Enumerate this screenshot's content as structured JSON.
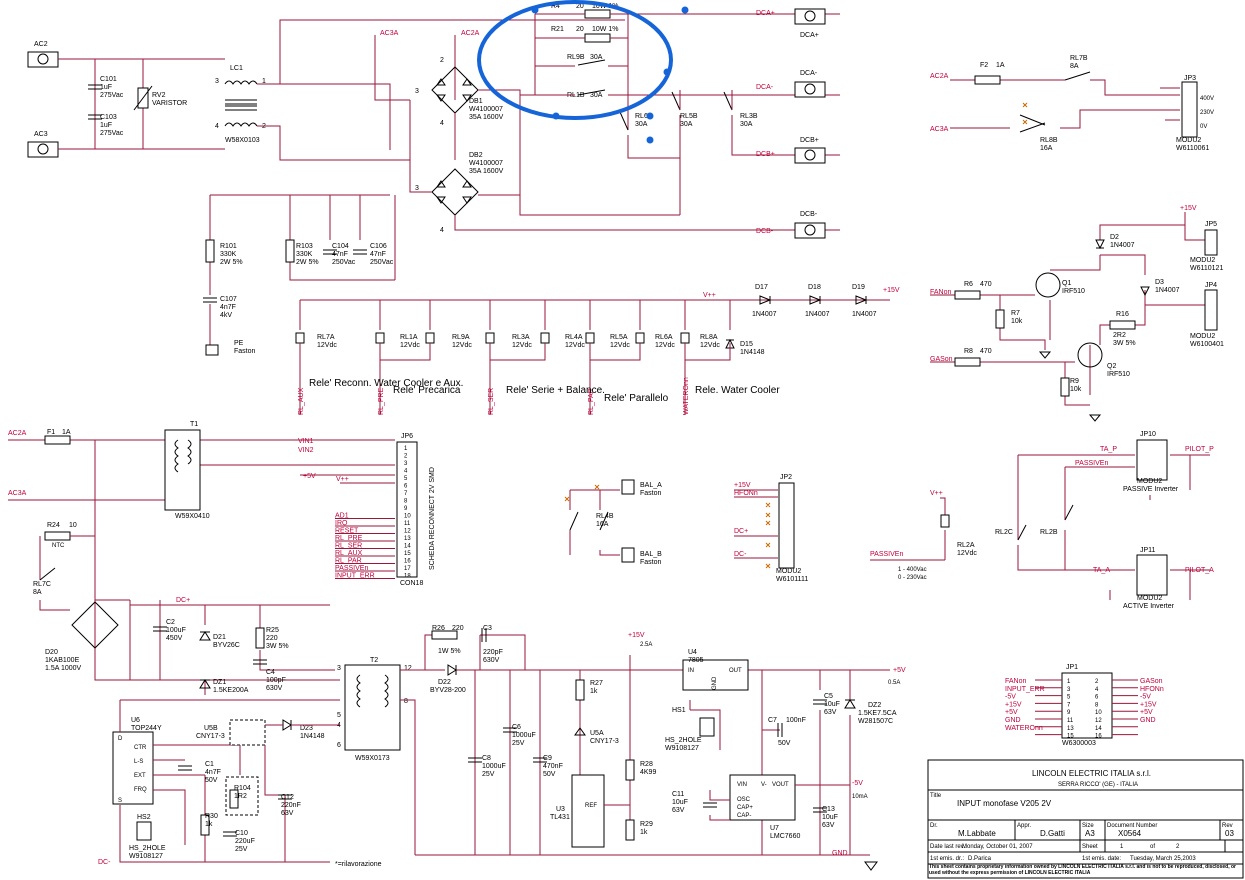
{
  "title_block": {
    "company": "LINCOLN ELECTRIC ITALIA s.r.l.",
    "address": "SERRA RICCO' (GE) - ITALIA",
    "title_label": "Title",
    "title": "INPUT monofase V205 2V",
    "dr_label": "Dr.",
    "dr": "M.Labbate",
    "appr_label": "Appr.",
    "appr": "D.Gatti",
    "size_label": "Size",
    "size": "A3",
    "doc_label": "Document Number",
    "doc": "X0564",
    "rev_label": "Rev",
    "rev": "03",
    "date_last_label": "Date last rev.:",
    "date_last": "Monday, October 01, 2007",
    "sheet_label": "Sheet",
    "sheet": "1",
    "of_label": "of",
    "of": "2",
    "first_emis_dr_label": "1st emis. dr.:",
    "first_emis_dr": "D.Parica",
    "first_emis_date_label": "1st emis. date:",
    "first_emis_date": "Tuesday, March 25,2003",
    "notice": "This sheet contains proprietary information owned by LINCOLN ELECTRIC ITALIA s.r.l. and is not to be reproduced, disclosed, or used without the express permission of LINCOLN ELECTRIC ITALIA"
  },
  "connectors": {
    "ac2": "AC2",
    "ac3": "AC3",
    "dca_plus": "DCA+",
    "dca_minus": "DCA-",
    "dcb_plus": "DCB+",
    "dcb_minus": "DCB-",
    "pe": "PE",
    "pe_sub": "Faston",
    "bal_a": "BAL_A",
    "bal_b": "BAL_B",
    "faston": "Faston"
  },
  "components": {
    "lc1": "LC1",
    "lc1_part": "W58X0103",
    "c101": "C101",
    "c101_v": "1uF",
    "c101_r": "275Vac",
    "c103": "C103",
    "c103_v": "1uF",
    "c103_r": "275Vac",
    "rv2": "RV2",
    "rv2_v": "VARISTOR",
    "db1": "DB1",
    "db1_p": "W4100007",
    "db1_v": "35A 1600V",
    "db2": "DB2",
    "db2_p": "W4100007",
    "db2_v": "35A 1600V",
    "r4": "R4",
    "r4_v": "20",
    "r4_w": "10W 1%",
    "r21": "R21",
    "r21_v": "20",
    "r21_w": "10W 1%",
    "rl9b": "RL9B",
    "rl9b_v": "30A",
    "rl1b": "RL1B",
    "rl1b_v": "30A",
    "rl6b": "RL6B",
    "rl6b_v": "30A",
    "rl5b": "RL5B",
    "rl5b_v": "30A",
    "rl3b": "RL3B",
    "rl3b_v": "30A",
    "r101": "R101",
    "r101_v": "330K",
    "r101_w": "2W 5%",
    "r103": "R103",
    "r103_v": "330K",
    "r103_w": "2W 5%",
    "c104": "C104",
    "c104_v": "47nF",
    "c104_r": "250Vac",
    "c106": "C106",
    "c106_v": "47nF",
    "c106_r": "250Vac",
    "c107": "C107",
    "c107_v": "4n7F",
    "c107_r": "4kV",
    "rl7a": "RL7A",
    "rl1a": "RL1A",
    "rl9a": "RL9A",
    "rl3a": "RL3A",
    "rl4a": "RL4A",
    "rl5a": "RL5A",
    "rl6a": "RL6A",
    "rl8a": "RL8A",
    "v12": "12Vdc",
    "d15": "D15",
    "d15_p": "1N4148",
    "d17": "D17",
    "d18": "D18",
    "d19": "D19",
    "n4007": "1N4007",
    "f2": "F2",
    "f2_v": "1A",
    "rl7b": "RL7B",
    "rl7b_v": "8A",
    "rl8b": "RL8B",
    "rl8b_v": "16A",
    "jp3": "JP3",
    "jp3_p": "W6110061",
    "modu2": "MODU2",
    "v400": "400V",
    "v230": "230V",
    "v0": "0V",
    "jp5": "JP5",
    "jp5_p": "W6110121",
    "jp4": "JP4",
    "jp4_p": "W6100401",
    "d2": "D2",
    "d3": "D3",
    "r6": "R6",
    "r6_v": "470",
    "r7": "R7",
    "r7_v": "10k",
    "q1": "Q1",
    "q1_p": "IRF510",
    "q2": "Q2",
    "q2_p": "IRF510",
    "r16": "R16",
    "r16_v": "2R2",
    "r16_w": "3W 5%",
    "r8": "R8",
    "r8_v": "470",
    "r9": "R9",
    "r9_v": "10k",
    "f1": "F1",
    "f1_v": "1A",
    "t1": "T1",
    "t1_p": "W59X0410",
    "jp6": "JP6",
    "jp6_p": "CON18",
    "jp6_name": "SCHEDA RECONNECT 2V SMD",
    "r24": "R24",
    "r24_v": "10",
    "ntc": "NTC",
    "rl7c": "RL7C",
    "rl7c_v": "8A",
    "d20": "D20",
    "d20_p": "1KAB100E",
    "d20_v": "1.5A 1000V",
    "c2": "C2",
    "c2_v": "100uF",
    "c2_r": "450V",
    "d21": "D21",
    "d21_p": "BYV26C",
    "dz1": "DZ1",
    "dz1_p": "1.5KE200A",
    "r25": "R25",
    "r25_v": "220",
    "r25_w": "3W 5%",
    "c4": "C4",
    "c4_v": "100pF",
    "c4_r": "630V",
    "t2": "T2",
    "t2_p": "W59X0173",
    "u6": "U6",
    "u6_p": "TOP244Y",
    "u6_ctr": "CTR",
    "u6_ls": "L-S",
    "u6_ext": "EXT",
    "u6_frq": "FRQ",
    "u6_d": "D",
    "u6_s": "S",
    "u5b": "U5B",
    "u5b_p": "CNY17-3",
    "d23": "D23",
    "d23_p": "1N4148",
    "c1": "C1",
    "c1_v": "4n7F",
    "c1_r": "50V",
    "r104": "R104",
    "r104_v": "1R2",
    "c12": "C12",
    "c12_v": "220nF",
    "c12_r": "63V",
    "r30": "R30",
    "r30_v": "1k",
    "c10": "C10",
    "c10_v": "220uF",
    "c10_r": "25V",
    "hs2": "HS2",
    "hs_p": "HS_2HOLE",
    "hs_n": "W9108127",
    "r26": "R26",
    "r26_v": "220",
    "r26_w": "1W 5%",
    "c3": "C3",
    "c3_v": "220pF",
    "c3_r": "630V",
    "d22": "D22",
    "d22_p": "BYV28-200",
    "c6": "C6",
    "c6_v": "1000uF",
    "c6_r": "25V",
    "c8": "C8",
    "c8_v": "1000uF",
    "c8_r": "25V",
    "c9": "C9",
    "c9_v": "470nF",
    "c9_r": "50V",
    "r27": "R27",
    "r27_v": "1k",
    "u5a": "U5A",
    "u5a_p": "CNY17-3",
    "u3": "U3",
    "u3_p": "TL431",
    "ref": "REF",
    "r28": "R28",
    "r28_v": "4K99",
    "r29": "R29",
    "r29_v": "1k",
    "u4": "U4",
    "u4_p": "7805",
    "in": "IN",
    "out": "OUT",
    "gnd": "GND",
    "hs1": "HS1",
    "c5": "C5",
    "c5_v": "10uF",
    "c5_r": "63V",
    "dz2": "DZ2",
    "dz2_p": "1.5KE7.5CA",
    "dz2_n": "W281507C",
    "c7": "C7",
    "c7_v": "100nF",
    "c7_r": "50V",
    "c11": "C11",
    "c11_v": "10uF",
    "c11_r": "63V",
    "u7": "U7",
    "u7_p": "LMC7660",
    "u7_vin": "VIN",
    "u7_v": "V-",
    "u7_vout": "VOUT",
    "u7_osc": "OSC",
    "u7_cap_p": "CAP+",
    "u7_cap_m": "CAP-",
    "c13": "C13",
    "c13_v": "10uF",
    "c13_r": "63V",
    "rl4b": "RL4B",
    "rl4b_v": "16A",
    "jp2": "JP2",
    "jp2_p": "W6101111",
    "jp10": "JP10",
    "jp10_p": "PASSIVE Inverter",
    "jp11": "JP11",
    "jp11_p": "ACTIVE Inverter",
    "rl2a": "RL2A",
    "rl2c": "RL2C",
    "rl2b": "RL2B",
    "jp1": "JP1",
    "jp1_p": "W6300003"
  },
  "nets": {
    "ac3a": "AC3A",
    "ac2a": "AC2A",
    "vpp": "V++",
    "p15": "+15V",
    "p5": "+5V",
    "m5": "-5V",
    "dc_plus": "DC+",
    "dc_minus": "DC-",
    "vin1": "VIN1",
    "vin2": "VIN2",
    "fanon": "FANon",
    "gason": "GASon",
    "hfonn": "HFONn",
    "passiven": "PASSIVEn",
    "ta_p": "TA_P",
    "pilot_p": "PILOT_P",
    "ta_a": "TA_A",
    "pilot_a": "PILOT_A",
    "rl_aux": "RL_AUX",
    "rl_pre": "RL_PRE",
    "rl_ser": "RL_SER",
    "rl_par": "RL_PAR",
    "wateronn": "WATEROnn",
    "ad1": "AD1",
    "irq": "IRQ",
    "reset": "RESET",
    "input_err": "INPUT_ERR",
    "wateron": "WATEROn",
    "gnd": "GND",
    "a25": "2.5A",
    "a05": "0.5A",
    "ma10": "10mA"
  },
  "notes": {
    "aux": "Rele' Reconn. Water Cooler e Aux.",
    "pre": "Rele' Precarica",
    "ser": "Rele' Serie + Balance.",
    "par": "Rele' Parallelo",
    "water": "Rele. Water Cooler",
    "rilav": "*=rilavorazione",
    "vsel": "1 - 400Vac\n0 - 230Vac"
  },
  "jp6_pins": [
    "",
    "VIN1",
    "VIN2",
    "",
    "+5V",
    "V++",
    "",
    "",
    "",
    "AD1",
    "IRQ",
    "RESET",
    "RL_PRE",
    "RL_SER",
    "RL_AUX",
    "RL_PAR",
    "PASSIVEn",
    "INPUT_ERR"
  ],
  "jp1_left": [
    "FANon",
    "INPUT_ERR",
    "-5V",
    "+15V",
    "+5V",
    "GND",
    "WATEROnn",
    ""
  ],
  "jp1_right": [
    "GASon",
    "HFONn",
    "-5V",
    "+15V",
    "+5V",
    "GND",
    "",
    ""
  ],
  "colors": {
    "wire": "#9a1738",
    "net": "#c0003a",
    "component": "#000000",
    "annotation": "#1565d8"
  }
}
